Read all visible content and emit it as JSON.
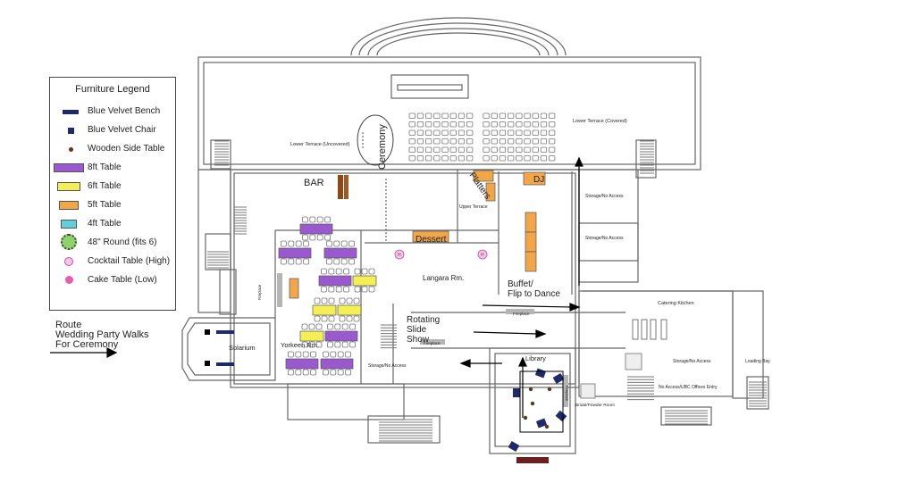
{
  "legend": {
    "title": "Furniture Legend",
    "items": [
      {
        "label": "Blue Velvet Bench",
        "color": "#1f2a6b",
        "shape": "bench"
      },
      {
        "label": "Blue Velvet Chair",
        "color": "#1f2a6b",
        "shape": "chair"
      },
      {
        "label": "Wooden Side Table",
        "color": "#5a3a1a",
        "shape": "dot"
      },
      {
        "label": "8ft Table",
        "color": "#9b59d0",
        "shape": "rect-long"
      },
      {
        "label": "6ft Table",
        "color": "#f4ef56",
        "shape": "rect-med"
      },
      {
        "label": "5ft Table",
        "color": "#f2a64a",
        "shape": "rect-short"
      },
      {
        "label": "4ft Table",
        "color": "#5fd0d8",
        "shape": "rect-tiny"
      },
      {
        "label": "48\" Round (fits 6)",
        "color": "#8fd16a",
        "shape": "round"
      },
      {
        "label": "Cocktail Table (High)",
        "color": "#f3c6e6",
        "shape": "cocktail"
      },
      {
        "label": "Cake Table (Low)",
        "color": "#e85cb2",
        "shape": "cake"
      }
    ]
  },
  "route": {
    "lines": [
      "Route",
      "Wedding Party Walks",
      "For Ceremony"
    ]
  },
  "rooms": {
    "lower_terrace_uncovered": "Lower Terrace (Uncovered)",
    "ceremony": "Ceremony",
    "lower_terrace_covered": "Lower Terrace (Covered)",
    "bar": "BAR",
    "platters": "Platters",
    "upper_terrace": "Upper Terrace",
    "dj": "DJ",
    "storage1": "Storage/No Access",
    "storage2": "Storage/No Access",
    "dessert": "Dessert",
    "langara": "Langara Rm.",
    "buffet": "Buffet/",
    "flip": "Flip to Dance",
    "catering": "Catering Kitchen",
    "fireplace1": "Fireplace",
    "rotating1": "Rotating",
    "rotating2": "Slide",
    "rotating3": "Show",
    "solarium": "Solarium",
    "yorkeen": "Yorkeen Rm.",
    "fireplace2": "Fireplace",
    "library": "Library",
    "storage3": "Storage/No Access",
    "storage4": "Storage/No Access",
    "loading_bay": "Loading Bay",
    "offices": "No Access/UBC Offices Entry",
    "bridal": "Bridal/Powder Room",
    "fireplace3": "Fireplace",
    "fireplace4": "Fireplace",
    "cocktail_mark": "H"
  },
  "colors": {
    "wall": "#555555",
    "wall_light": "#9a9a9a",
    "purple": "#9b59d0",
    "yellow": "#f4ef56",
    "orange": "#f2a64a",
    "navy": "#1f2a6b",
    "brown": "#8b4a1c",
    "pink": "#f3c6e6",
    "fireplace": "#b5b5b5"
  }
}
